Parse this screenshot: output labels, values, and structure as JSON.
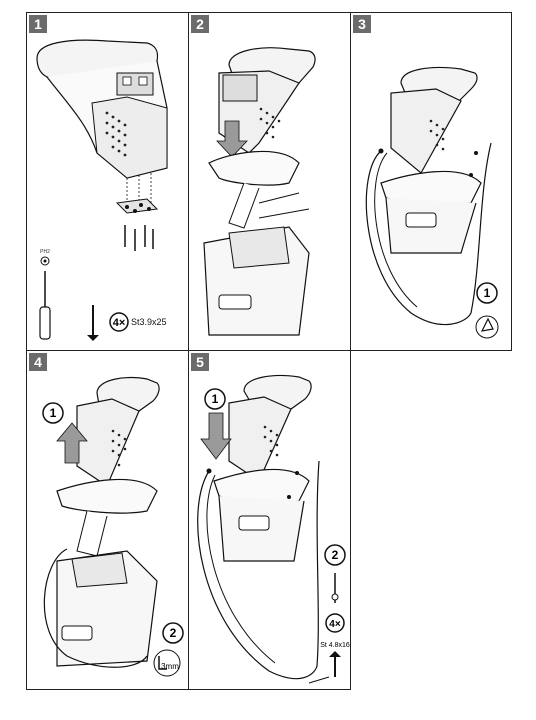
{
  "steps": [
    {
      "number": "1"
    },
    {
      "number": "2"
    },
    {
      "number": "3"
    },
    {
      "number": "4"
    },
    {
      "number": "5"
    }
  ],
  "step1": {
    "washer_label": "PH2",
    "quantity": "4×",
    "screw_spec": "St3.9x25"
  },
  "step3": {
    "callout": "1"
  },
  "step4": {
    "callout_1": "1",
    "callout_2": "2",
    "tool_size": "3mm"
  },
  "step5": {
    "callout_1": "1",
    "callout_2": "2",
    "quantity": "4×",
    "screw_spec": "St 4.8x16"
  },
  "colors": {
    "border": "#222222",
    "badge": "#6b6b6b",
    "line": "#111111",
    "arrow": "#9a9a9a"
  }
}
